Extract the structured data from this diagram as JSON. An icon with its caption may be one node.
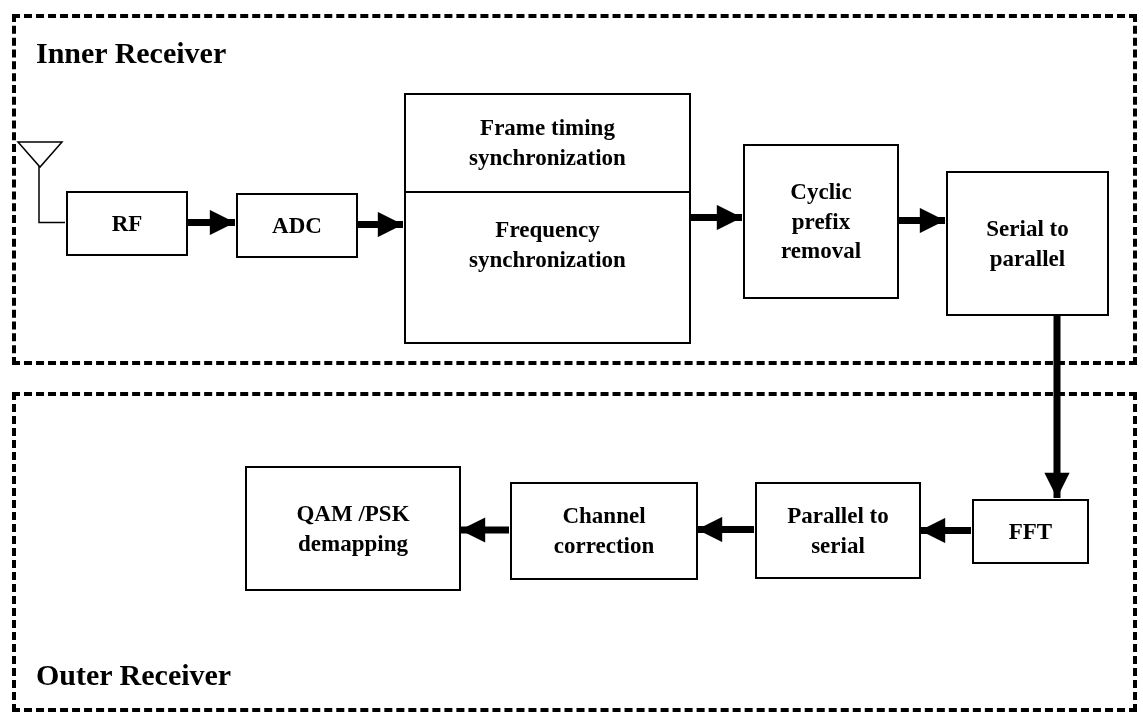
{
  "diagram": {
    "nodes": [
      {
        "text": [
          "Inner Receiver"
        ]
      },
      {
        "text": [],
        "shape": "antenna",
        "in": 0
      },
      {
        "text": [
          "RF"
        ],
        "in": 0
      },
      {
        "text": [
          "ADC"
        ],
        "in": 0
      },
      {
        "text": [
          "Frame timing synchronization",
          "Frequency synchronization"
        ],
        "in": 0
      },
      {
        "text": [
          "Cyclic prefix removal"
        ],
        "in": 0
      },
      {
        "text": [
          "Serial to parallel"
        ],
        "in": 0
      },
      {
        "text": [
          "Outer Receiver"
        ]
      },
      {
        "text": [
          "FFT"
        ],
        "in": 7
      },
      {
        "text": [
          "Parallel to serial"
        ],
        "in": 7
      },
      {
        "text": [
          "Channel correction"
        ],
        "in": 7
      },
      {
        "text": [
          "QAM /PSK demapping"
        ],
        "in": 7
      }
    ],
    "edges": [
      {
        "from": 1,
        "to": 2,
        "arrow": "none"
      },
      {
        "from": 2,
        "to": 3,
        "arrow": "to"
      },
      {
        "from": 3,
        "to": 4,
        "arrow": "to"
      },
      {
        "from": 4,
        "to": 5,
        "arrow": "to"
      },
      {
        "from": 5,
        "to": 6,
        "arrow": "to"
      },
      {
        "from": 6,
        "to": 8,
        "arrow": "to"
      },
      {
        "from": 8,
        "to": 9,
        "arrow": "to"
      },
      {
        "from": 9,
        "to": 10,
        "arrow": "to"
      },
      {
        "from": 10,
        "to": 11,
        "arrow": "to"
      }
    ]
  }
}
